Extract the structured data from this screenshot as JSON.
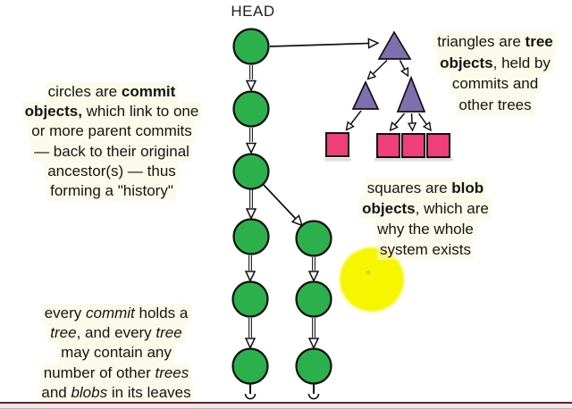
{
  "head_label": "HEAD",
  "colors": {
    "commit_green": "#2cb04c",
    "tree_purple": "#7e6fae",
    "blob_pink": "#ee3f7a",
    "highlight_yellow": "#f6f600",
    "border_maroon": "#6d1f2c",
    "footer_gray": "#eceaea",
    "text_color": "#141414"
  },
  "notes": {
    "commits": {
      "lines": [
        [
          {
            "t": "circles are ",
            "s": ""
          },
          {
            "t": "commit",
            "s": "b"
          }
        ],
        [
          {
            "t": "objects,",
            "s": "b"
          },
          {
            "t": " which link to one",
            "s": ""
          }
        ],
        [
          {
            "t": "or more parent commits",
            "s": ""
          }
        ],
        [
          {
            "t": "— back to their original",
            "s": ""
          }
        ],
        [
          {
            "t": "ancestor(s) — thus",
            "s": ""
          }
        ],
        [
          {
            "t": "forming a \"history\"",
            "s": ""
          }
        ]
      ]
    },
    "trees": {
      "lines": [
        [
          {
            "t": "triangles are ",
            "s": ""
          },
          {
            "t": "tree",
            "s": "b"
          }
        ],
        [
          {
            "t": "objects",
            "s": "b"
          },
          {
            "t": ", held by",
            "s": ""
          }
        ],
        [
          {
            "t": "commits and",
            "s": ""
          }
        ],
        [
          {
            "t": "other trees",
            "s": ""
          }
        ]
      ]
    },
    "blobs": {
      "lines": [
        [
          {
            "t": "squares are ",
            "s": ""
          },
          {
            "t": "blob",
            "s": "b"
          }
        ],
        [
          {
            "t": "objects",
            "s": "b"
          },
          {
            "t": ", which are",
            "s": ""
          }
        ],
        [
          {
            "t": "why the whole",
            "s": ""
          }
        ],
        [
          {
            "t": "system exists",
            "s": ""
          }
        ]
      ]
    },
    "leaves": {
      "lines": [
        [
          {
            "t": "every ",
            "s": ""
          },
          {
            "t": "commit",
            "s": "i"
          },
          {
            "t": " holds a",
            "s": ""
          }
        ],
        [
          {
            "t": "tree",
            "s": "i"
          },
          {
            "t": ", and every ",
            "s": ""
          },
          {
            "t": "tree",
            "s": "i"
          }
        ],
        [
          {
            "t": "may contain any",
            "s": ""
          }
        ],
        [
          {
            "t": "number of other ",
            "s": ""
          },
          {
            "t": "trees",
            "s": "i"
          }
        ],
        [
          {
            "t": "and ",
            "s": ""
          },
          {
            "t": "blobs",
            "s": "i"
          },
          {
            "t": " in its leaves",
            "s": ""
          }
        ]
      ]
    }
  }
}
